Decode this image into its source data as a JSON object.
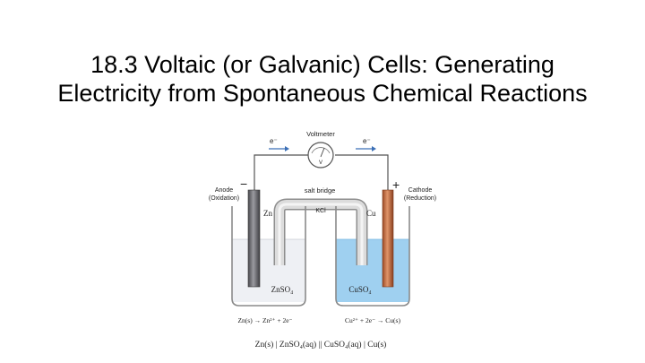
{
  "slide": {
    "title_line1": "18.3 Voltaic (or Galvanic) Cells: Generating",
    "title_line2": "Electricity from Spontaneous Chemical Reactions"
  },
  "diagram": {
    "voltmeter_label": "Voltmeter",
    "voltmeter_symbol": "V",
    "electron_left": "e⁻",
    "electron_right": "e⁻",
    "minus_sign": "−",
    "plus_sign": "+",
    "anode_line1": "Anode",
    "anode_line2": "(Oxidation)",
    "cathode_line1": "Cathode",
    "cathode_line2": "(Reduction)",
    "salt_bridge_label": "salt bridge",
    "kcl_label": "KCl",
    "zn_label": "Zn",
    "cu_label": "Cu",
    "znso4_label": "ZnSO₄",
    "cuso4_label": "CuSO₄",
    "anode_reaction": "Zn(s) → Zn²⁺ + 2e⁻",
    "cathode_reaction": "Cu²⁺ + 2e⁻ → Cu(s)",
    "cell_notation": "Zn(s) | ZnSO₄(aq) || CuSO₄(aq) | Cu(s)",
    "colors": {
      "zinc_solution": "#eef0f4",
      "copper_solution": "#9fd0f0",
      "zinc_electrode": "#6e6e72",
      "copper_electrode": "#c26a3e",
      "wire": "#555555"
    }
  }
}
